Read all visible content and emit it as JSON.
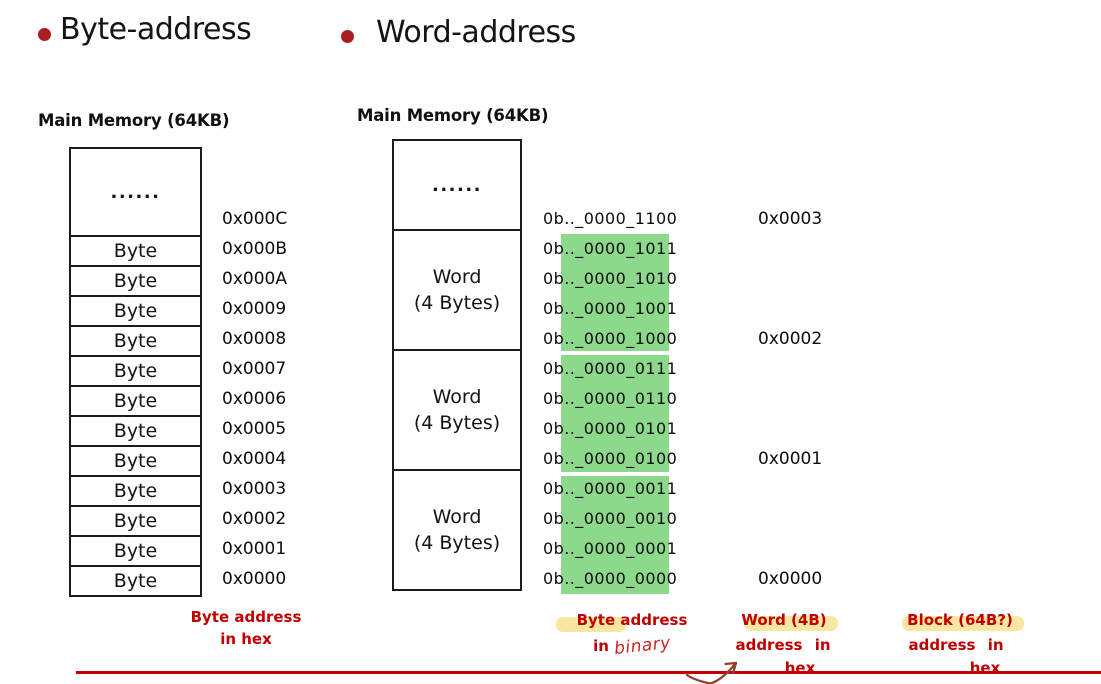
{
  "bullets": [
    {
      "label": "Byte-address"
    },
    {
      "label": "Word-address"
    }
  ],
  "left_diagram": {
    "title": "Main Memory (64KB)",
    "ellipsis": "......",
    "cell_label": "Byte",
    "cell_count": 12,
    "hex_addresses": [
      "0x000C",
      "0x000B",
      "0x000A",
      "0x0009",
      "0x0008",
      "0x0007",
      "0x0006",
      "0x0005",
      "0x0004",
      "0x0003",
      "0x0002",
      "0x0001",
      "0x0000"
    ],
    "caption_line1": "Byte address",
    "caption_line2": "in hex"
  },
  "word_diagram": {
    "title": "Main Memory (64KB)",
    "ellipsis": "......",
    "word_label_line1": "Word",
    "word_label_line2": "(4 Bytes)",
    "word_count": 3
  },
  "binary_column": {
    "rows": [
      "0b.._0000_1100",
      "0b.._0000_1011",
      "0b.._0000_1010",
      "0b.._0000_1001",
      "0b.._0000_1000",
      "0b.._0000_0111",
      "0b.._0000_0110",
      "0b.._0000_0101",
      "0b.._0000_0100",
      "0b.._0000_0011",
      "0b.._0000_0010",
      "0b.._0000_0001",
      "0b.._0000_0000"
    ],
    "highlight_note": "green highlight covers the word-address bits (all but the 2 LSBs) of rows 1-12, grouped per word",
    "caption_line1": "Byte address",
    "caption_in": "in",
    "caption_handwritten": "binary"
  },
  "word_address_column": {
    "values": [
      "0x0003",
      "0x0002",
      "0x0001",
      "0x0000"
    ],
    "caption_line1": "Word (4B)",
    "caption_line2": "address in",
    "caption_line3": "hex"
  },
  "block_column": {
    "caption_line1": "Block (64B?)",
    "caption_line2": "address in",
    "caption_line3": "hex"
  },
  "colors": {
    "accent_red": "#c00000",
    "bullet_red": "#a81e22",
    "green_highlight": "#8cd98c",
    "yellow_highlight": "#f8e7a3",
    "arrow_red": "#93402f",
    "text_black": "#141414"
  }
}
